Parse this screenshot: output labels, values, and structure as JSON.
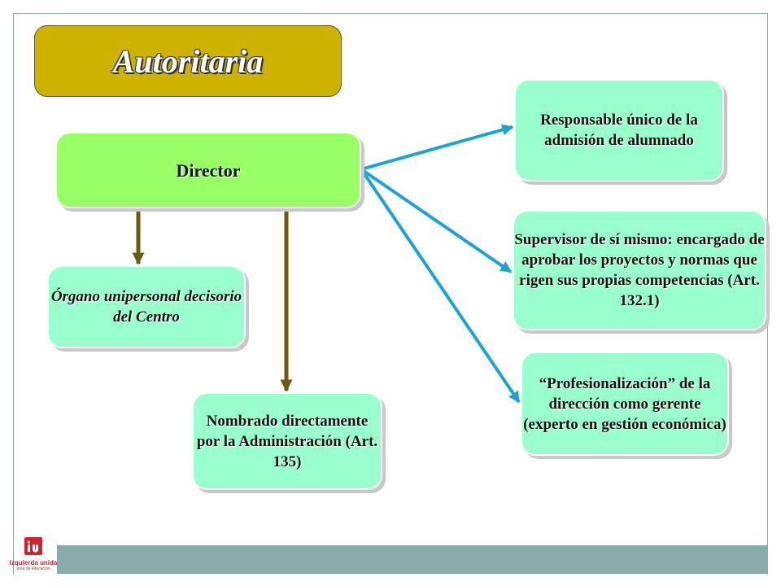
{
  "title": "Autoritaria",
  "nodes": {
    "director": "Director",
    "organo": "Órgano unipersonal decisorio del Centro",
    "nombrado": "Nombrado directamente por la Administración (Art. 135)",
    "responsable": "Responsable único de la admisión de alumnado",
    "supervisor": "Supervisor de sí mismo: encargado de aprobar los proyectos y normas que rigen sus propias competencias (Art. 132.1)",
    "profesionalizacion": "“Profesionalización” de la dirección como gerente (experto en gestión económica)"
  },
  "logo": {
    "name": "izquierda unida",
    "sub": "área de educación"
  },
  "colors": {
    "title_bg": "#cdb300",
    "director_bg": "#99ff66",
    "node_bg": "#99ffcc",
    "arrow_brown": "#6b5a10",
    "arrow_blue": "#1aa3d4",
    "bar": "#89aaaa"
  }
}
